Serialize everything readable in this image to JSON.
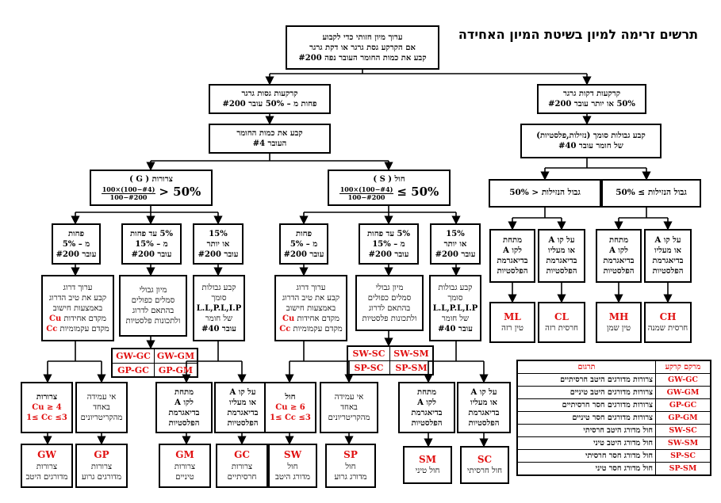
{
  "title": "תרשים זרימה למיון בשיטת המיון האחידה",
  "top": {
    "l1": "ערוך מיון חזותי כדי לקבוע",
    "l2": "אם הקרקע גסת גרגר או דקת גרגר",
    "l3": "קבע את כמות החומר העובר נפה #200"
  },
  "coarse": {
    "l1": "קרקעות גסות גרגר",
    "l2": "פחות מ – 50% עובר #200"
  },
  "fine": {
    "l1": "קרקעות דקות גרגר",
    "l2": "50% או יותר עובר #200"
  },
  "sieve4": {
    "l1": "קבע את כמות החומר",
    "l2": "העובר #4"
  },
  "atterberg": {
    "l1": "קבע גבולות סומך (נזילות,פלסטיות)",
    "l2": "של חומר עובר #40"
  },
  "gravel": {
    "label": "צרורות ( G )",
    "num": "100×(100−#4)",
    "den": "100−#200",
    "cmp": "> 50%"
  },
  "sand": {
    "label": "חול ( S )",
    "num": "100×(100−#4)",
    "den": "100−#200",
    "cmp": "≤ 50%"
  },
  "ll_low": {
    "label": "גבול הנזילות < 50%"
  },
  "ll_high": {
    "label": "גבול הנזילות ≥ 50%"
  },
  "fines_less5": {
    "l1": "פחות",
    "l2": "מ – 5%",
    "l3": "עובר #200"
  },
  "fines_5_15": {
    "l1": "5% עד פחות",
    "l2": "מ – 15%",
    "l3": "עובר #200"
  },
  "fines_15": {
    "l1": "15%",
    "l2": "או יותר",
    "l3": "עובר #200"
  },
  "grading": {
    "l1": "ערוך דרוג",
    "l2": "קבע את טיב הדרוג",
    "l3": "באמצעות חישוב",
    "l4a": "מקדם אחידות ",
    "l4b": "Cu",
    "l5a": "מקדם עקמומיות ",
    "l5b": "Cc"
  },
  "dual": {
    "l1": "מיון גבולי",
    "l2": "סמלים כפולים",
    "l3": "בהתאם לדרוג",
    "l4": "ולתכונות פלסטיות"
  },
  "limits": {
    "l1": "קבע גבולות",
    "l2": "סומך",
    "l3": "L.L,P.L,I.P",
    "l4": "של חומר",
    "l5": "עובר #40"
  },
  "above_a": {
    "l1": "על קו A",
    "l2": "או מעליו",
    "l3": "בדיאגרמת",
    "l4": "הפלסטיות"
  },
  "below_a": {
    "l1": "מתחת",
    "l2": "לקו A",
    "l3": "בדיאגרמת",
    "l4": "הפלסטיות"
  },
  "g_criteria": {
    "l1": "צרורות",
    "l2": "Cu ≥ 4",
    "l3": "1≤ Cc ≤3"
  },
  "s_criteria": {
    "l1": "חול",
    "l2": "Cu ≥ 6",
    "l3": "1≤ Cc ≤3"
  },
  "not_criteria": {
    "l1": "אי עמידה",
    "l2": "באחד",
    "l3": "מהקריטריונים"
  },
  "dual_g": [
    "GW-GC",
    "GW-GM",
    "GP-GC",
    "GP-GM"
  ],
  "dual_s": [
    "SW-SC",
    "SW-SM",
    "SP-SC",
    "SP-SM"
  ],
  "results": {
    "ML": {
      "code": "ML",
      "desc": "טין רזה"
    },
    "CL": {
      "code": "CL",
      "desc": "חרסית רזה"
    },
    "MH": {
      "code": "MH",
      "desc": "טין שמן"
    },
    "CH": {
      "code": "CH",
      "desc": "חרסית שמנה"
    },
    "GW": {
      "code": "GW",
      "d1": "צרורות",
      "d2": "מדורגים היטב"
    },
    "GP": {
      "code": "GP",
      "d1": "צרורות",
      "d2": "מדורגים גרוע"
    },
    "GM": {
      "code": "GM",
      "d1": "צרורות",
      "d2": "טיניים"
    },
    "GC": {
      "code": "GC",
      "d1": "צרורות",
      "d2": "חרסיתיים"
    },
    "SW": {
      "code": "SW",
      "d1": "חול",
      "d2": "מדורג היטב"
    },
    "SP": {
      "code": "SP",
      "d1": "חול",
      "d2": "מדורג גרוע"
    },
    "SM": {
      "code": "SM",
      "desc": "חול טיני"
    },
    "SC": {
      "code": "SC",
      "desc": "חול חרסיתי"
    }
  },
  "legend": {
    "h_symbol": "מרקם קרקע",
    "h_meaning": "תרגום",
    "rows": [
      {
        "code": "GW-GC",
        "text": "צרורות מדורגים היטב חרסיתיים"
      },
      {
        "code": "GW-GM",
        "text": "צרורות מדורגים היטב טיניים"
      },
      {
        "code": "GP-GC",
        "text": "צרורות מדורגים חסר חרסיתיים"
      },
      {
        "code": "GP-GM",
        "text": "צרורות מדורגים חסר טיניים"
      },
      {
        "code": "SW-SC",
        "text": "חול מדורג היטב חרסיתי"
      },
      {
        "code": "SW-SM",
        "text": "חול מדורג היטב טיני"
      },
      {
        "code": "SP-SC",
        "text": "חול מדורג חסר חרסיתי"
      },
      {
        "code": "SP-SM",
        "text": "חול מדורג חסר טיני"
      }
    ]
  }
}
